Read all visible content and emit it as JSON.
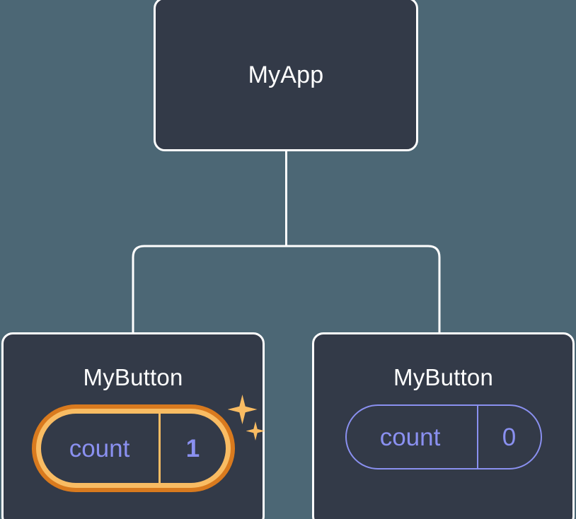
{
  "diagram": {
    "type": "component-tree",
    "background_color": "#4c6775",
    "node_fill_color": "#333a48",
    "node_border_color": "#ffffff",
    "connector_color": "#ffffff",
    "state_color": "#8a90f0",
    "highlight_outer_color": "#d97a1e",
    "highlight_inner_color": "#f9bc63",
    "sparkle_color": "#f9bc63"
  },
  "root": {
    "label": "MyApp"
  },
  "children": [
    {
      "label": "MyButton",
      "state": {
        "key": "count",
        "value": "1"
      },
      "highlighted": true,
      "sparkles": {
        "large": "sparkle-large-icon",
        "small": "sparkle-small-icon"
      }
    },
    {
      "label": "MyButton",
      "state": {
        "key": "count",
        "value": "0"
      },
      "highlighted": false
    }
  ]
}
